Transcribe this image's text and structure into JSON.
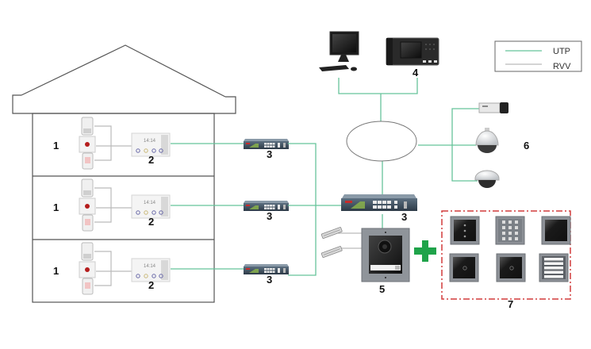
{
  "legend": {
    "items": [
      {
        "label": "UTP",
        "color": "#66c39a"
      },
      {
        "label": "RVV",
        "color": "#bbbbbb"
      }
    ]
  },
  "colors": {
    "utp": "#66c39a",
    "rvv": "#bbbbbb",
    "house_outline": "#555555",
    "plus": "#1fa34a",
    "group_border": "#d23c3c"
  },
  "labels": {
    "sensors": "1",
    "indoor_station": "2",
    "switch": "3",
    "management": "4",
    "door_station": "5",
    "cameras": "6",
    "modules": "7"
  },
  "indoor_station_screen": {
    "time": "14:14"
  },
  "floors": [
    {
      "name": "floor-top",
      "sensors_label": "1",
      "indoor_label": "2",
      "switch_label": "3"
    },
    {
      "name": "floor-middle",
      "sensors_label": "1",
      "indoor_label": "2",
      "switch_label": "3"
    },
    {
      "name": "floor-bottom",
      "sensors_label": "1",
      "indoor_label": "2",
      "switch_label": "3"
    }
  ]
}
